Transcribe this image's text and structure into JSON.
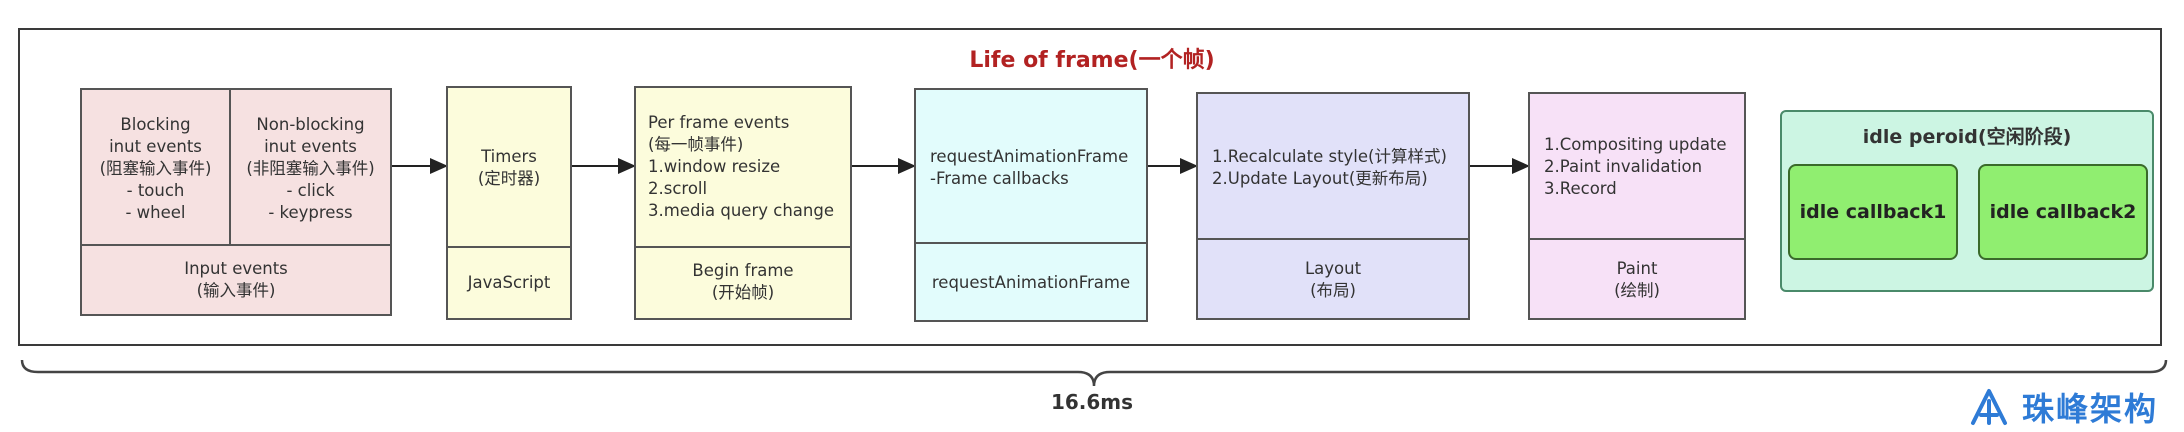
{
  "title": "Life of frame(一个帧)",
  "stages": {
    "input": {
      "blocking": [
        "Blocking",
        "inut events",
        "(阻塞输入事件)",
        "- touch",
        "- wheel"
      ],
      "nonblocking": [
        "Non-blocking",
        "inut events",
        "(非阻塞输入事件)",
        "- click",
        "- keypress"
      ],
      "footer": [
        "Input events",
        "(输入事件)"
      ],
      "color": "#f6e1e1"
    },
    "timers": {
      "lines": [
        "Timers",
        "(定时器)"
      ],
      "footer": "JavaScript",
      "color": "#fcfcdc"
    },
    "begin": {
      "lines": [
        "Per frame events",
        "(每一帧事件)",
        "1.window resize",
        "2.scroll",
        "3.media query change"
      ],
      "footer": [
        "Begin frame",
        "(开始帧)"
      ],
      "color": "#fcfcdc"
    },
    "raf": {
      "lines": [
        "requestAnimationFrame",
        "-Frame callbacks"
      ],
      "footer": "requestAnimationFrame",
      "color": "#e2fcfc"
    },
    "layout": {
      "lines": [
        "1.Recalculate style(计算样式)",
        "2.Update Layout(更新布局)"
      ],
      "footer": [
        "Layout",
        "(布局)"
      ],
      "color": "#e1e1f9"
    },
    "paint": {
      "lines": [
        "1.Compositing update",
        "2.Paint invalidation",
        "3.Record"
      ],
      "footer": [
        "Paint",
        "(绘制)"
      ],
      "color": "#f7e1f7"
    }
  },
  "idle": {
    "title": "idle peroid(空闲阶段)",
    "callbacks": [
      "idle callback1",
      "idle callback2"
    ],
    "color": "#ccf5e3",
    "callback_color": "#90ee70"
  },
  "total_time": "16.6ms",
  "logo_text": "珠峰架构"
}
